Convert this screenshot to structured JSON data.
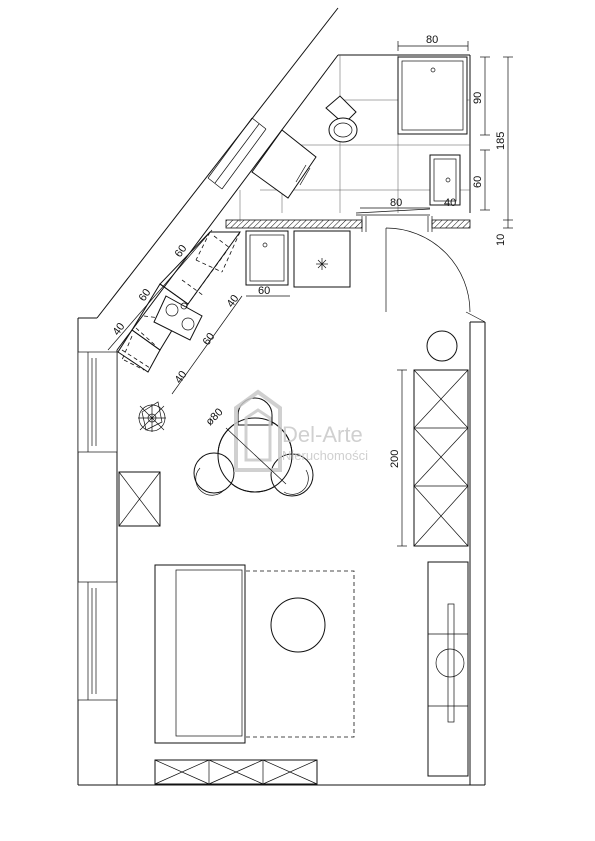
{
  "watermark": {
    "brand": "Del-Arte",
    "tagline": "Nieruchomości"
  },
  "dimensions": {
    "shower_width": "80",
    "shower_depth": "90",
    "bath_total": "185",
    "sink_depth": "60",
    "door_width": "80",
    "wall_gap": "40",
    "wall_thickness": "10",
    "kitchen_60_top": "60",
    "kitchen_60_mid": "60",
    "kitchen_40_left": "40",
    "kitchen_40_right": "40",
    "kitchen_60_lower": "60",
    "kitchen_40_bottom": "40",
    "fridge_width": "60",
    "table_diameter": "ø80",
    "wardrobe_length": "200"
  },
  "colors": {
    "line": "#111111",
    "watermark": "#c8c8c8",
    "background": "#ffffff"
  }
}
